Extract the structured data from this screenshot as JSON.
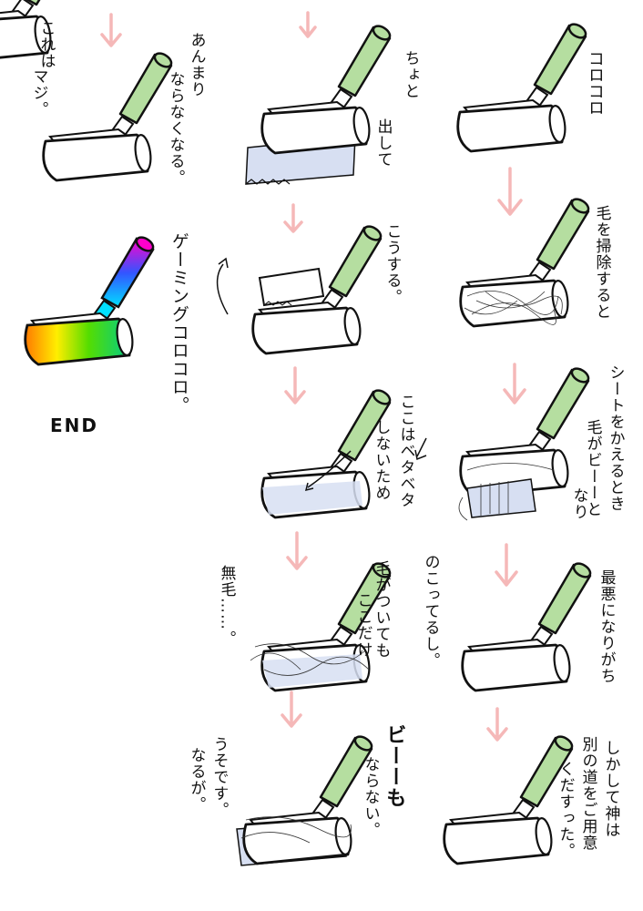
{
  "colors": {
    "handle": "#b5dea0",
    "arrow": "#f5b8b8",
    "sheet": "#d7dff2",
    "outline": "#111111",
    "rainbow_start": "#ff0000",
    "rainbow_end": "#ff00ff"
  },
  "panels": {
    "p1": {
      "text1": "コロコロ"
    },
    "p2": {
      "text1": "毛を掃除すると"
    },
    "p3": {
      "text1": "シートをかえるとき",
      "text2": "毛がビーーと",
      "text3": "なり"
    },
    "p4": {
      "text1": "最悪になりがち"
    },
    "p5": {
      "text1": "しかして神は",
      "text2": "別の道をご用意",
      "text3": "くだすった。"
    },
    "p6": {
      "text1": "ちょと",
      "text2": "出して"
    },
    "p7": {
      "text1": "こうする。"
    },
    "p8": {
      "text1": "ここはベタベタ",
      "text2": "しないため"
    },
    "p9": {
      "text1": "毛がついても",
      "text2": "ここだけ",
      "text3": "無毛……。"
    },
    "p10": {
      "text1": "のこってるし。"
    },
    "p11": {
      "text1": "ビーーも",
      "text2": "ならない。",
      "text3": "うそです。",
      "text4": "なるが。"
    },
    "p12": {
      "text1": "これは",
      "text2": "マジ。",
      "text3": "あんまり",
      "text4": "ならなくなる。"
    },
    "p13": {
      "text1": "ゲーミングコロコロ。",
      "text2": "END"
    }
  }
}
